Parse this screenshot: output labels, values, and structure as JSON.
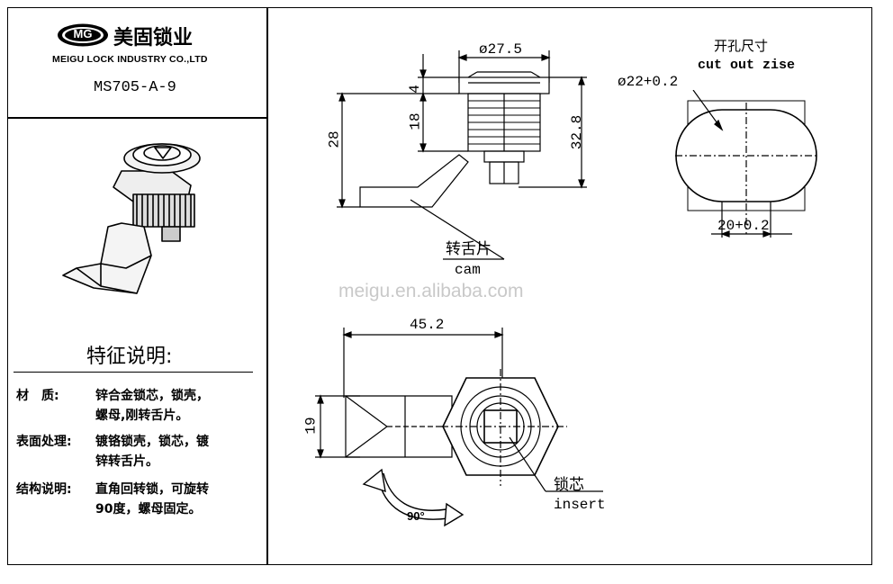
{
  "brand": {
    "logo_text": "MG",
    "name_cn": "美固锁业",
    "name_en": "MEIGU LOCK INDUSTRY CO.,LTD"
  },
  "model": "MS705-A-9",
  "features": {
    "title": "特征说明:",
    "specs": [
      {
        "label": "材　质:",
        "lines": [
          "锌合金锁芯，锁壳，",
          "螺母,刚转舌片。"
        ]
      },
      {
        "label": "表面处理:",
        "lines": [
          "镀铬锁壳，锁芯，镀",
          "锌转舌片。"
        ]
      },
      {
        "label": "结构说明:",
        "lines": [
          "直角回转锁，可旋转",
          "90度，螺母固定。"
        ]
      }
    ]
  },
  "dimensions": {
    "head_diameter": "ø27.5",
    "flange": "4",
    "thread_length": "18",
    "total_height": "28",
    "overall": "32.8",
    "cam_length": "45.2",
    "cam_width": "19",
    "cutout_diameter": "ø22+0.2",
    "cutout_flat": "20+0.2",
    "rotation": "90°"
  },
  "labels": {
    "cutout_title_cn": "开孔尺寸",
    "cutout_title_en": "cut out zise",
    "cam_cn": "转舌片",
    "cam_en": "cam",
    "insert_cn": "锁芯",
    "insert_en": "insert"
  },
  "watermark": "meigu.en.alibaba.com"
}
